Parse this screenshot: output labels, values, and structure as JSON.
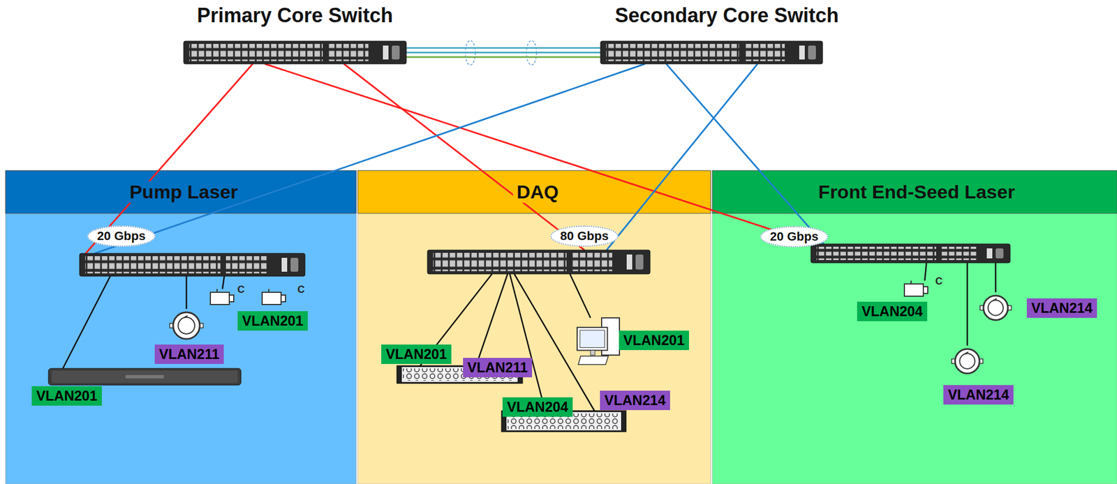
{
  "diagram": {
    "nodes": [
      {
        "text": [
          "Primary Core Switch"
        ]
      },
      {
        "text": [
          "Secondary Core Switch"
        ]
      },
      {
        "text": [
          "Pump Laser"
        ]
      },
      {
        "text": [
          "DAQ"
        ]
      },
      {
        "text": [
          "Front End-Seed Laser"
        ]
      },
      {
        "text": [
          "20 Gbps"
        ],
        "in": 2
      },
      {
        "text": [
          "VLAN201"
        ],
        "in": 2
      },
      {
        "text": [
          "VLAN211"
        ],
        "in": 2
      },
      {
        "text": [
          "VLAN201"
        ],
        "in": 2
      },
      {
        "text": [
          "80 Gbps"
        ],
        "in": 3
      },
      {
        "text": [
          "VLAN201",
          "VLAN211"
        ],
        "in": 3
      },
      {
        "text": [
          "VLAN204",
          "VLAN214"
        ],
        "in": 3
      },
      {
        "text": [
          "VLAN201"
        ],
        "in": 3
      },
      {
        "text": [
          "20 Gbps"
        ],
        "in": 4
      },
      {
        "text": [
          "VLAN204"
        ],
        "in": 4
      },
      {
        "text": [
          "VLAN214"
        ],
        "in": 4
      },
      {
        "text": [
          "VLAN214"
        ],
        "in": 4
      }
    ],
    "edges": [
      {
        "from": 0,
        "to": 1,
        "arrow": "none"
      },
      {
        "from": 0,
        "to": 5,
        "arrow": "none"
      },
      {
        "from": 0,
        "to": 9,
        "arrow": "none"
      },
      {
        "from": 0,
        "to": 13,
        "arrow": "none"
      },
      {
        "from": 1,
        "to": 5,
        "arrow": "none"
      },
      {
        "from": 1,
        "to": 9,
        "arrow": "none"
      },
      {
        "from": 1,
        "to": 13,
        "arrow": "none"
      },
      {
        "from": 5,
        "to": 8,
        "arrow": "none"
      },
      {
        "from": 5,
        "to": 7,
        "arrow": "none"
      },
      {
        "from": 5,
        "to": 6,
        "arrow": "none"
      },
      {
        "from": 9,
        "to": 10,
        "arrow": "none"
      },
      {
        "from": 9,
        "to": 10,
        "arrow": "none"
      },
      {
        "from": 9,
        "to": 11,
        "arrow": "none"
      },
      {
        "from": 9,
        "to": 11,
        "arrow": "none"
      },
      {
        "from": 9,
        "to": 12,
        "arrow": "none"
      },
      {
        "from": 13,
        "to": 14,
        "arrow": "none"
      },
      {
        "from": 13,
        "to": 15,
        "arrow": "none"
      },
      {
        "from": 13,
        "to": 16,
        "arrow": "none"
      }
    ],
    "labels": [
      "C",
      "C",
      "C"
    ]
  }
}
